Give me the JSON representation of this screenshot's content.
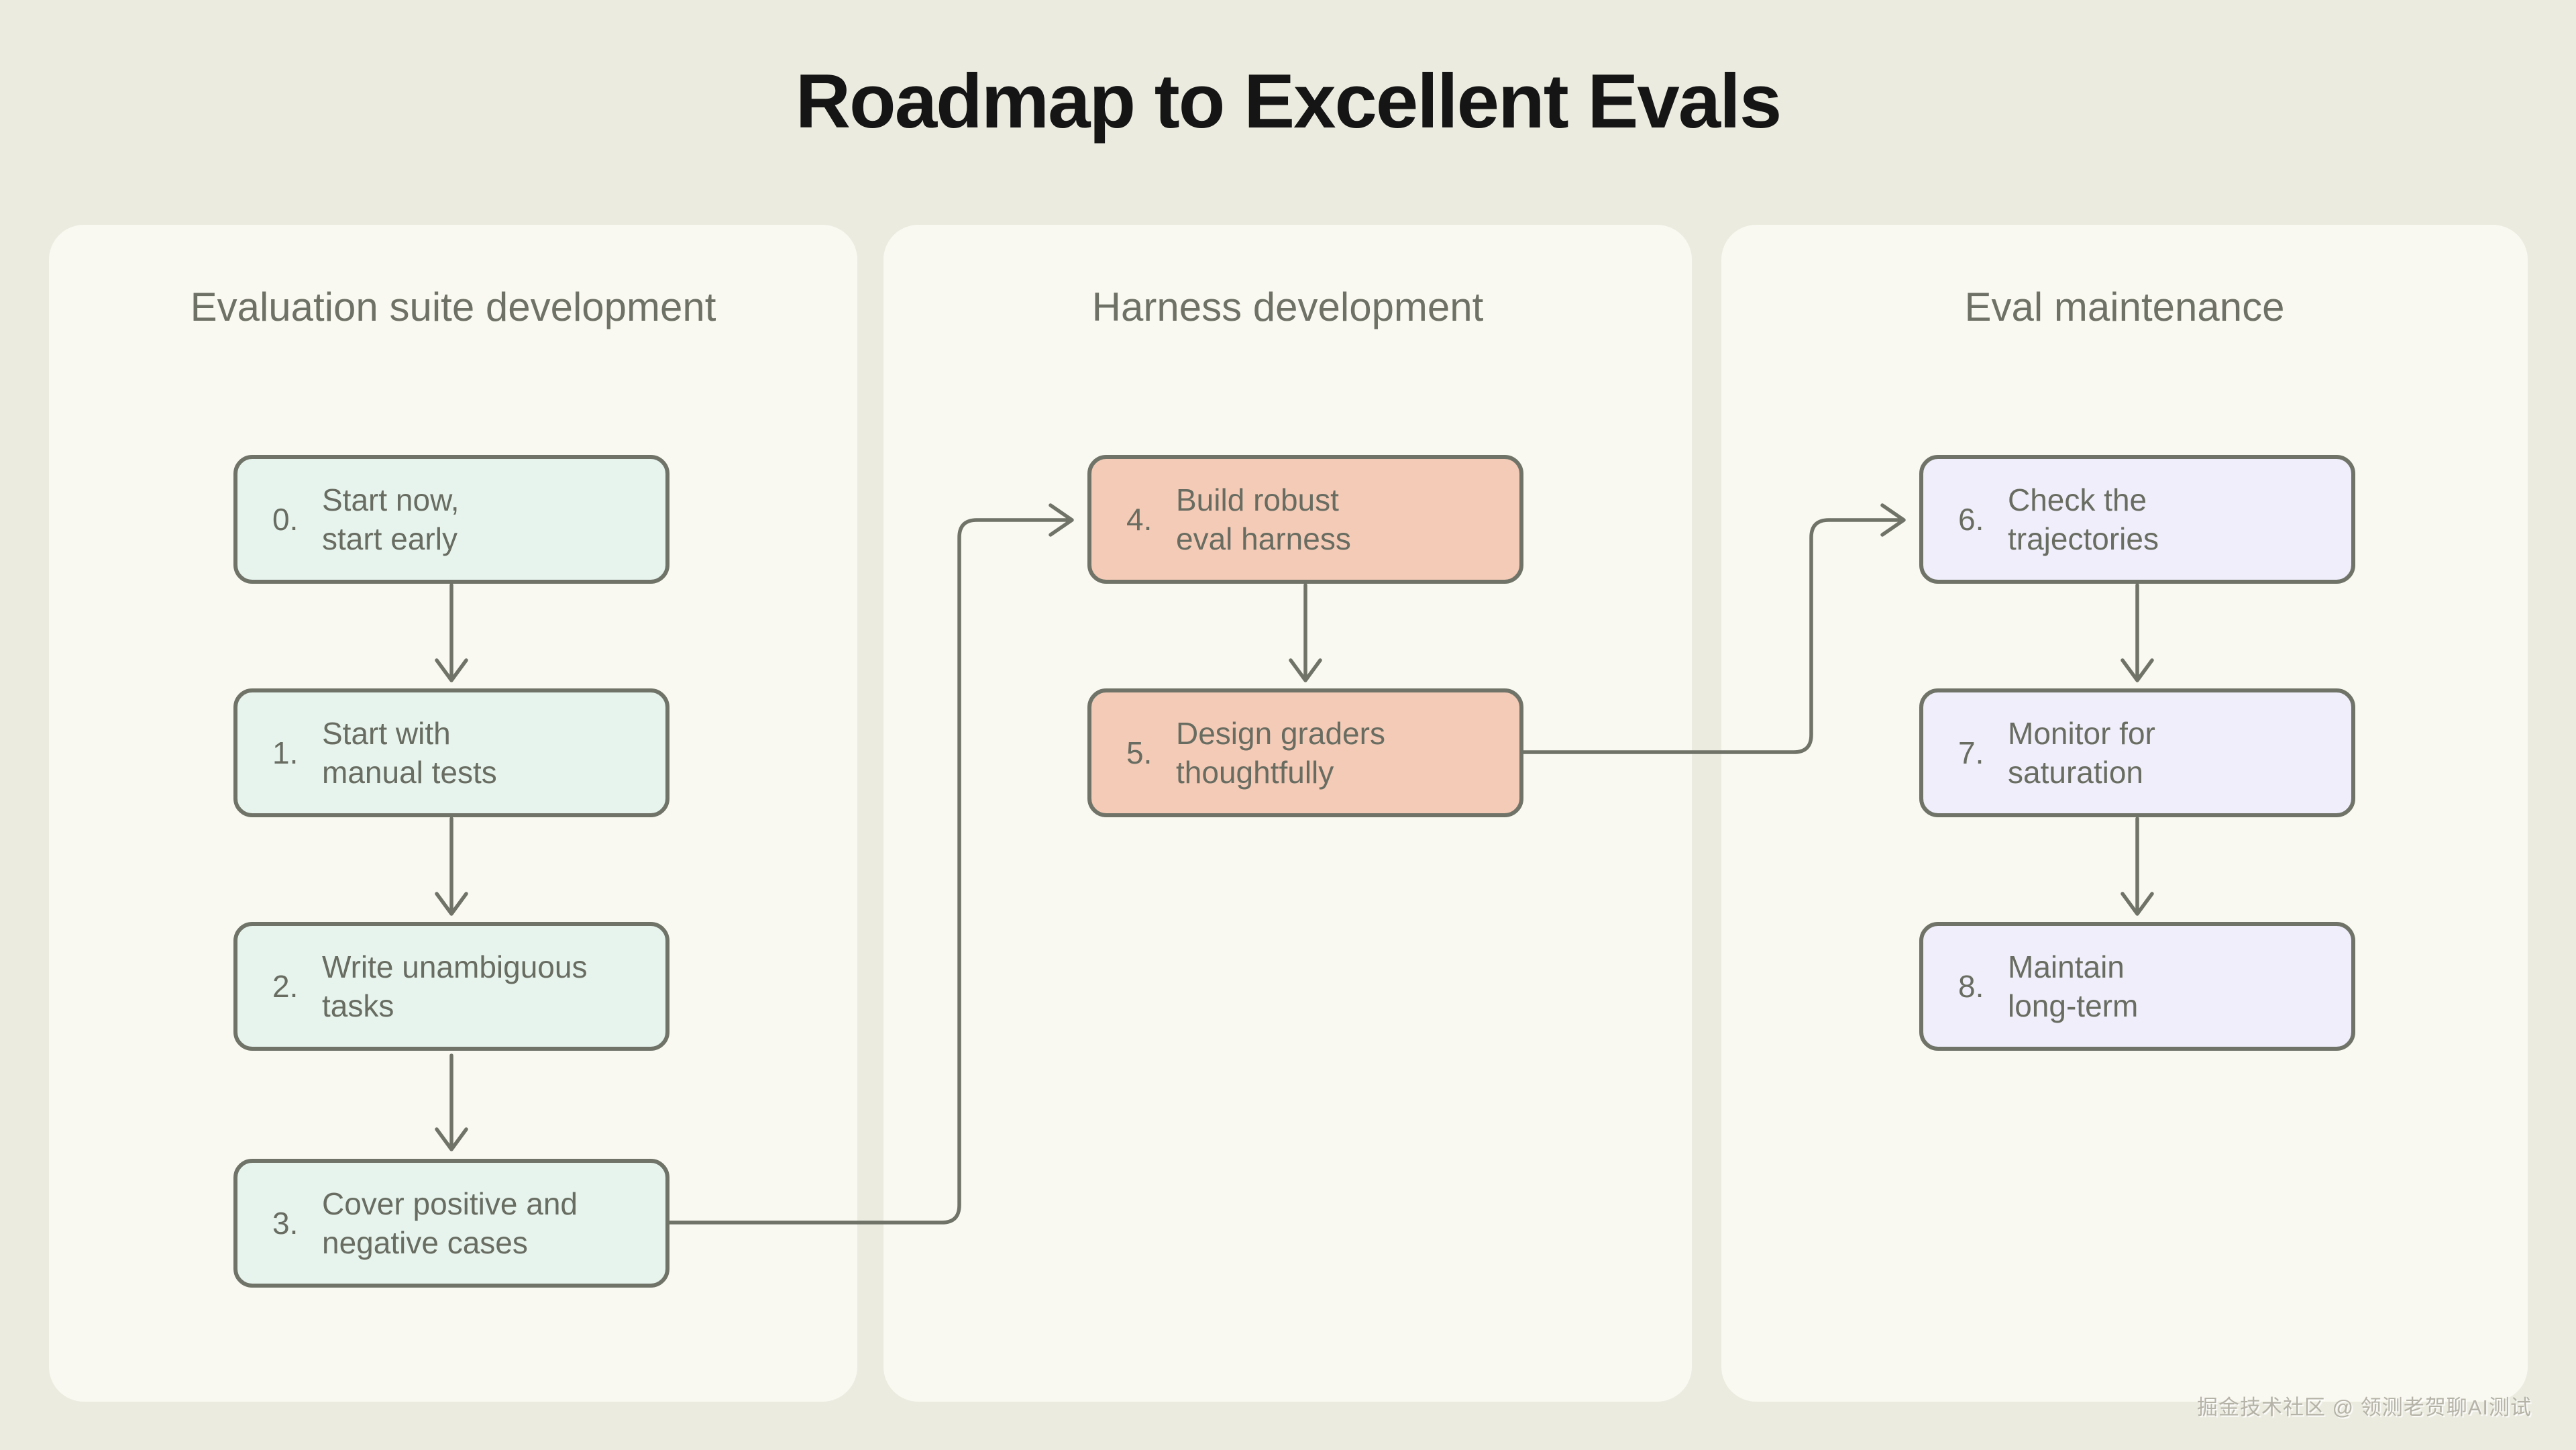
{
  "title": "Roadmap to Excellent Evals",
  "watermark": "掘金技术社区 @ 领测老贺聊AI测试",
  "columns": [
    {
      "header": "Evaluation suite development",
      "boxes": [
        {
          "num": "0.",
          "line1": "Start now,",
          "line2": "start early"
        },
        {
          "num": "1.",
          "line1": "Start with",
          "line2": "manual tests"
        },
        {
          "num": "2.",
          "line1": "Write unambiguous",
          "line2": "tasks"
        },
        {
          "num": "3.",
          "line1": "Cover positive and",
          "line2": "negative cases"
        }
      ]
    },
    {
      "header": "Harness development",
      "boxes": [
        {
          "num": "4.",
          "line1": "Build robust",
          "line2": "eval harness"
        },
        {
          "num": "5.",
          "line1": "Design graders",
          "line2": "thoughtfully"
        }
      ]
    },
    {
      "header": "Eval maintenance",
      "boxes": [
        {
          "num": "6.",
          "line1": "Check the",
          "line2": "trajectories"
        },
        {
          "num": "7.",
          "line1": "Monitor for",
          "line2": "saturation"
        },
        {
          "num": "8.",
          "line1": "Maintain",
          "line2": "long-term"
        }
      ]
    }
  ],
  "flow_edges": [
    "0 -> 1",
    "1 -> 2",
    "2 -> 3",
    "3 -> 4",
    "4 -> 5",
    "5 -> 6",
    "6 -> 7",
    "7 -> 8"
  ],
  "colors": {
    "page_bg": "#ecebe0",
    "card_bg": "#faf9f1",
    "mint_box": "#e7f4ee",
    "peach_box": "#f4cbb7",
    "lavender_box": "#efeefa",
    "stroke": "#6f7368",
    "title_text": "#151515",
    "header_text": "#6e7166",
    "box_text": "#686c61",
    "watermark_text": "#b5b3a8"
  }
}
